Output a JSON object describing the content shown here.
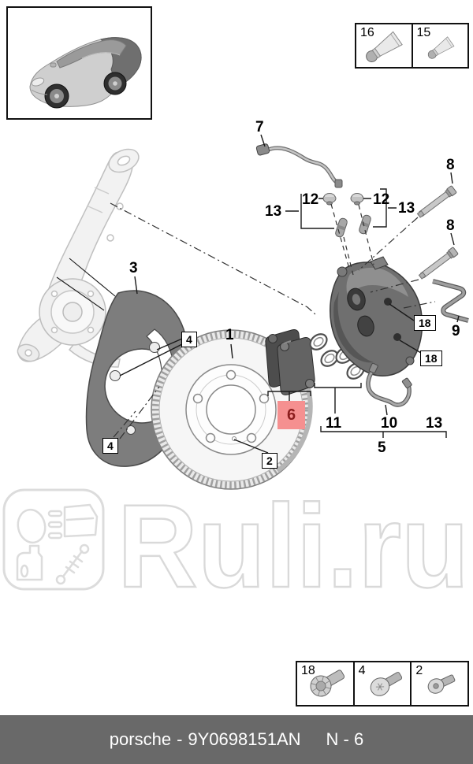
{
  "watermark": {
    "site": "Ruli.ru"
  },
  "top_right_legend": {
    "items": [
      {
        "ref": "16",
        "icon": "grease-tube-large-icon"
      },
      {
        "ref": "15",
        "icon": "grease-tube-small-icon"
      }
    ]
  },
  "bottom_legend": {
    "items": [
      {
        "ref": "18",
        "icon": "flange-screw-icon"
      },
      {
        "ref": "4",
        "icon": "pan-head-screw-icon"
      },
      {
        "ref": "2",
        "icon": "countersunk-screw-icon"
      }
    ]
  },
  "callouts": {
    "c7": "7",
    "c13a": "13",
    "c12a": "12",
    "c12b": "12",
    "c13b": "13",
    "c8a": "8",
    "c8b": "8",
    "c3": "3",
    "c4a": "4",
    "c4b": "4",
    "c1": "1",
    "c2": "2",
    "c6": "6",
    "c11": "11",
    "c10": "10",
    "c13c": "13",
    "c5": "5",
    "c9": "9",
    "c18a": "18",
    "c18b": "18"
  },
  "footer": {
    "brand": "porsche",
    "separator": "-",
    "part_number": "9Y0698151AN",
    "page_ref": "N - 6"
  },
  "colors": {
    "highlight_bg": "#f59090",
    "highlight_text": "#8b1d1d",
    "footer_bg": "#696969",
    "footer_text": "#ffffff"
  }
}
